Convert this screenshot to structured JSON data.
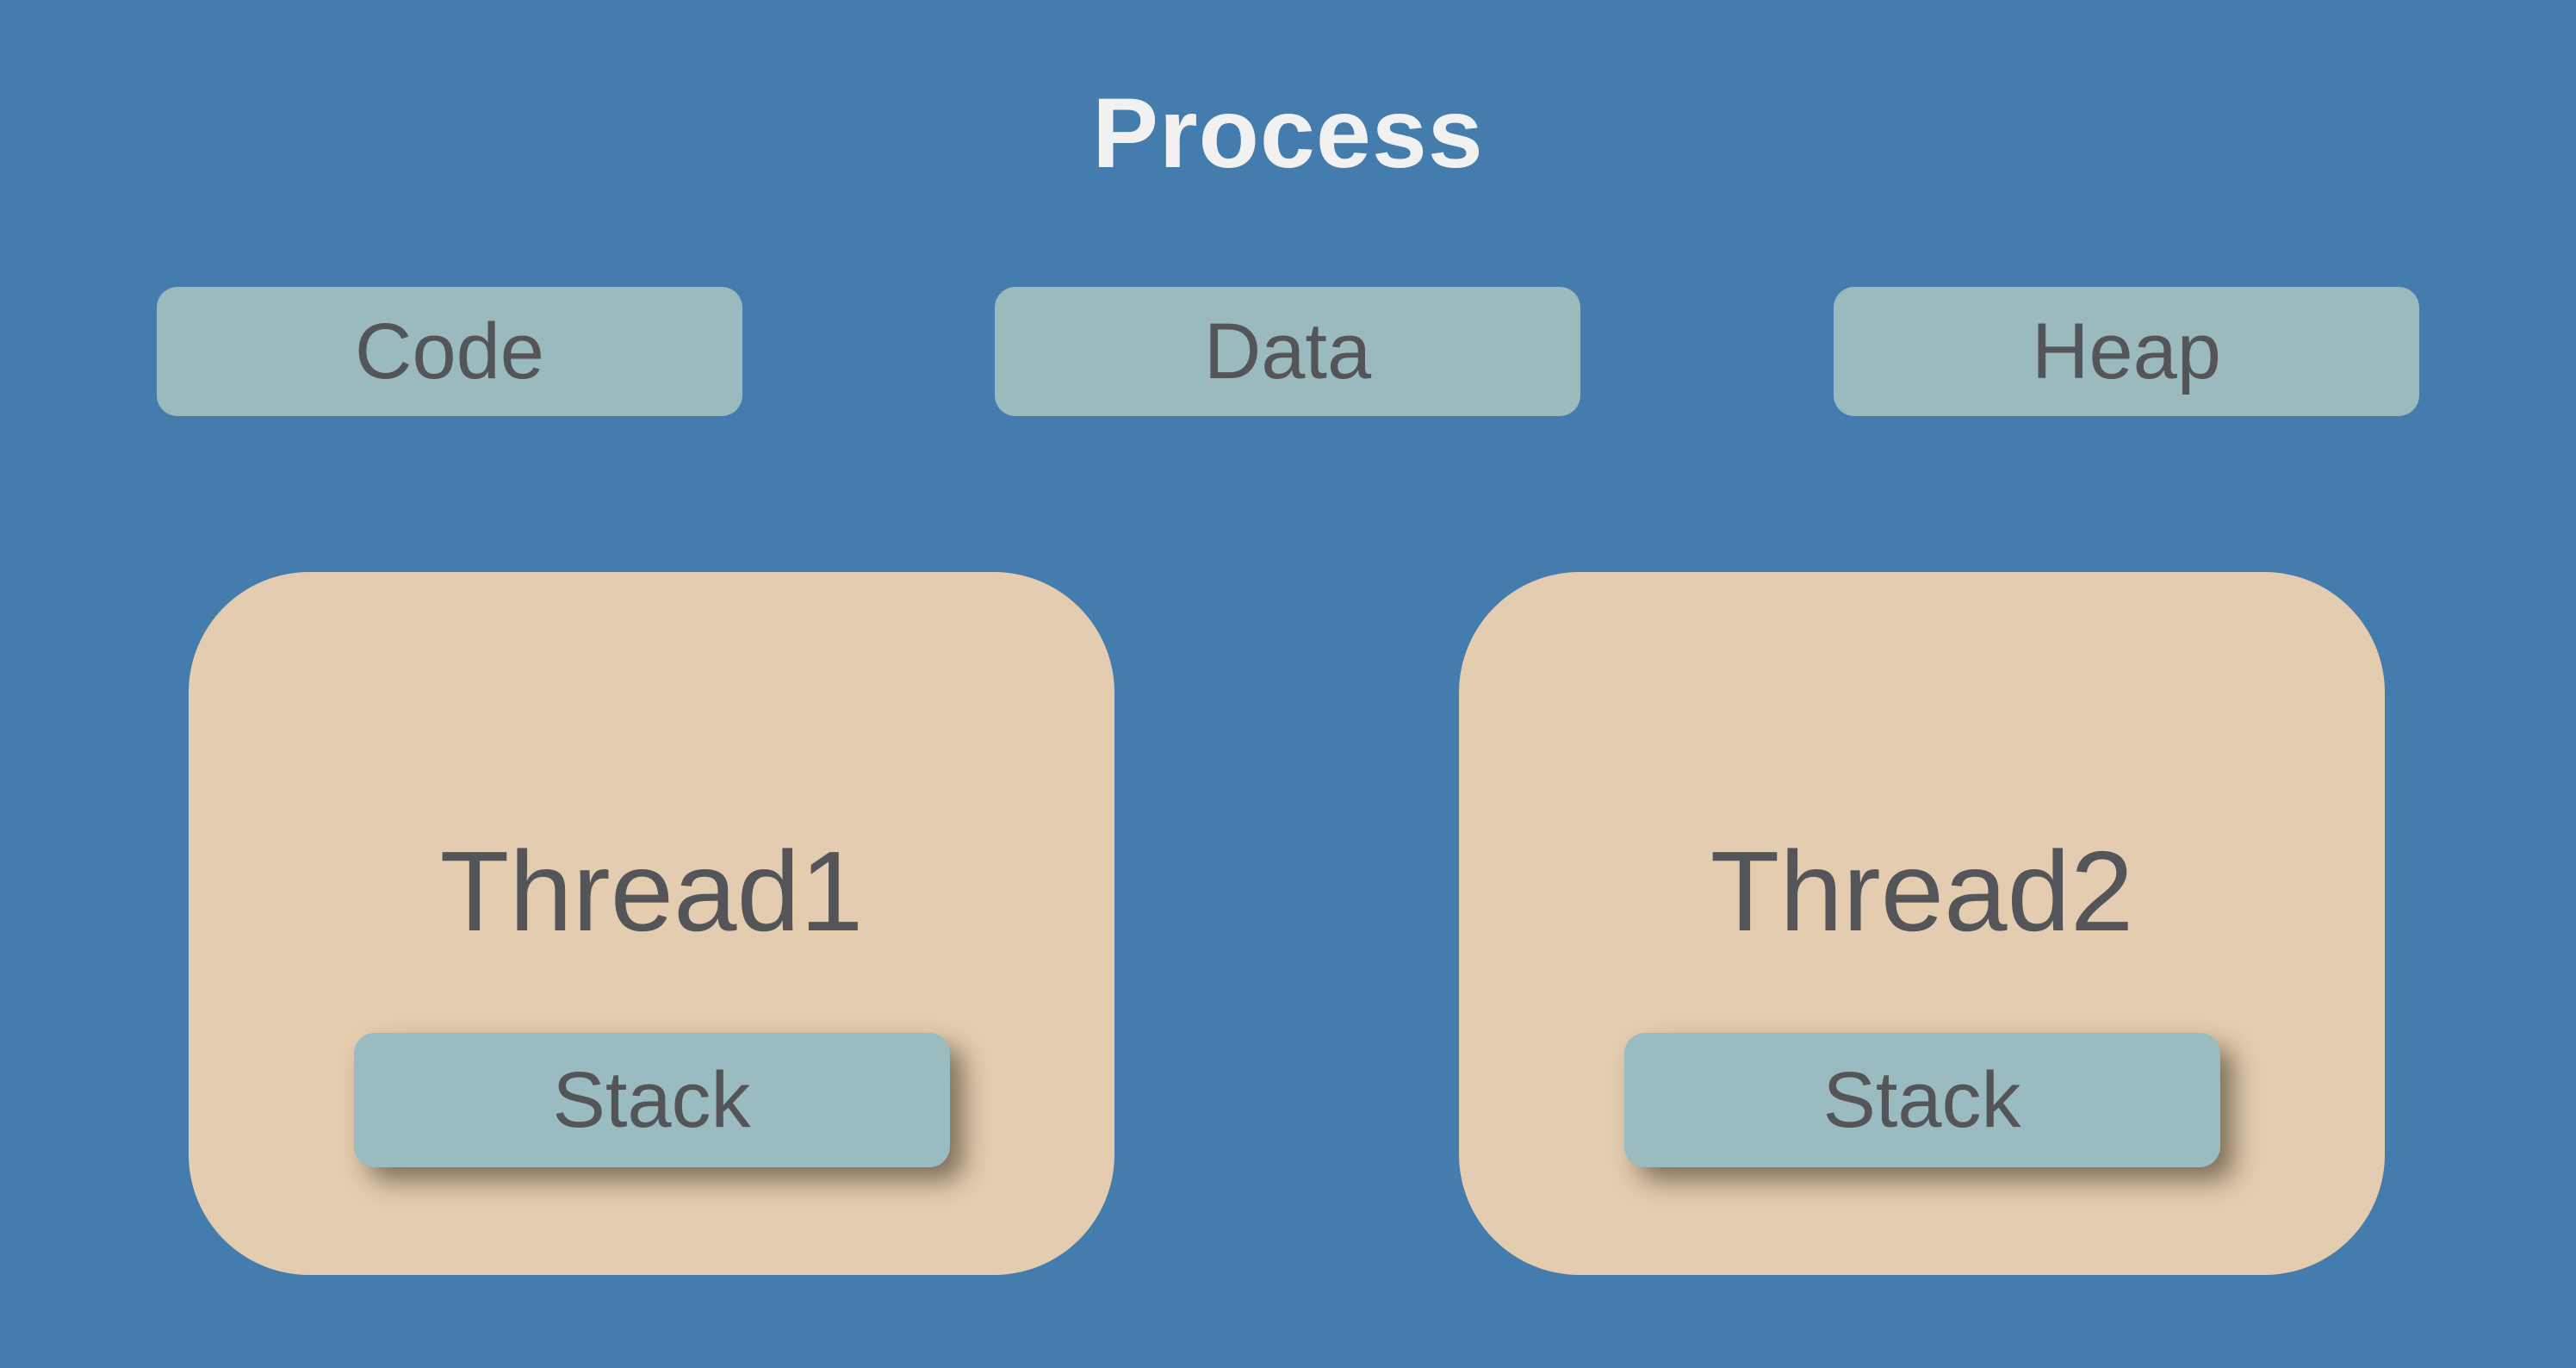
{
  "title": "Process",
  "colors": {
    "background": "#447CAD",
    "segment_box": "#9ABABE",
    "thread_card": "#E3CCAF",
    "stack_box": "#9ABBBF",
    "dark_text": "#545559",
    "title_text": "#F1F1F2"
  },
  "segments": [
    {
      "label": "Code"
    },
    {
      "label": "Data"
    },
    {
      "label": "Heap"
    }
  ],
  "threads": [
    {
      "label": "Thread1",
      "stack_label": "Stack"
    },
    {
      "label": "Thread2",
      "stack_label": "Stack"
    }
  ]
}
